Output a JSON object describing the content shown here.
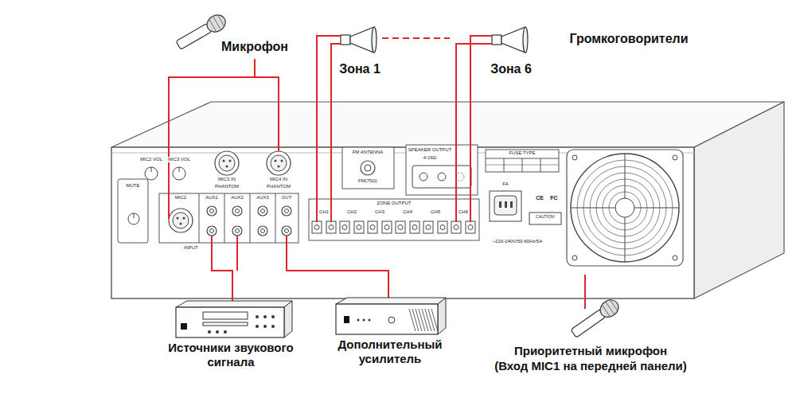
{
  "diagram": {
    "nodes": [
      {
        "text": [
          "Источники звукового сигнала"
        ]
      },
      {
        "text": [
          "Дополнительный усилитель"
        ]
      }
    ],
    "labels": [
      "Микрофон",
      "Зона 1",
      "Зона 6",
      "Громкоговорители",
      "Приоритетный микрофон",
      "(Вход MIC1 на передней панели)",
      "MIC2 VOL",
      "MIC3 VOL",
      "MIC3 IN",
      "PHANTOM",
      "MIC4 IN",
      "PHANTOM",
      "MIC2",
      "AUX1",
      "AUX2",
      "AUX3",
      "OUT",
      "INPUT",
      "MUTE",
      "FM ANTENNA",
      "FM(75Ω)",
      "SPEAKER OUTPUT",
      "4-16Ω",
      "ZONE OUTPUT",
      "CH1",
      "CH2",
      "CH3",
      "CH4",
      "CH5",
      "CH6",
      "FUSE TYPE",
      "FA",
      "CE",
      "FC",
      "CAUTION!",
      "~220-240V/50-60Hz/5A"
    ]
  }
}
